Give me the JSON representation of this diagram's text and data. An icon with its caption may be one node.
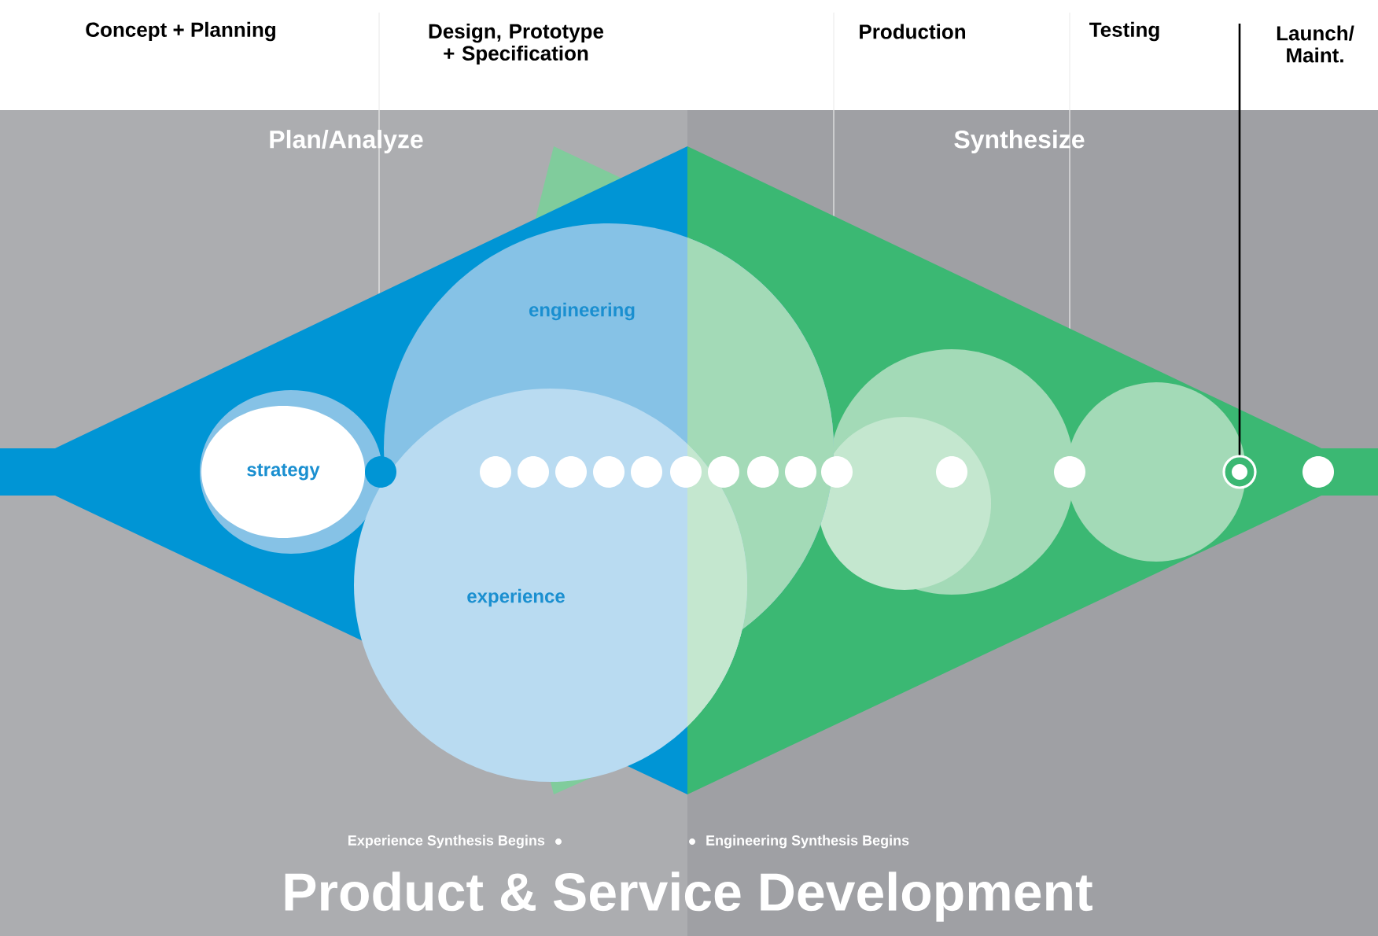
{
  "diagram": {
    "title": "Product & Service Development",
    "nodes": [
      {
        "text": [
          "strategy"
        ]
      },
      {
        "text": [
          "engineering"
        ]
      },
      {
        "text": [
          "experience"
        ]
      },
      {
        "text": [
          "Launch/ Maint."
        ]
      },
      {
        "text": [],
        "shape": "circle"
      }
    ],
    "edges": [
      {
        "from": 3,
        "to": 4,
        "arrow": "none"
      }
    ],
    "labels": [
      "Concept + Planning",
      "Design, Prototype + Specification",
      "Production",
      "Testing",
      "Plan/Analyze",
      "Synthesize",
      "Experience Synthesis Begins",
      "Engineering Synthesis Begins"
    ]
  }
}
